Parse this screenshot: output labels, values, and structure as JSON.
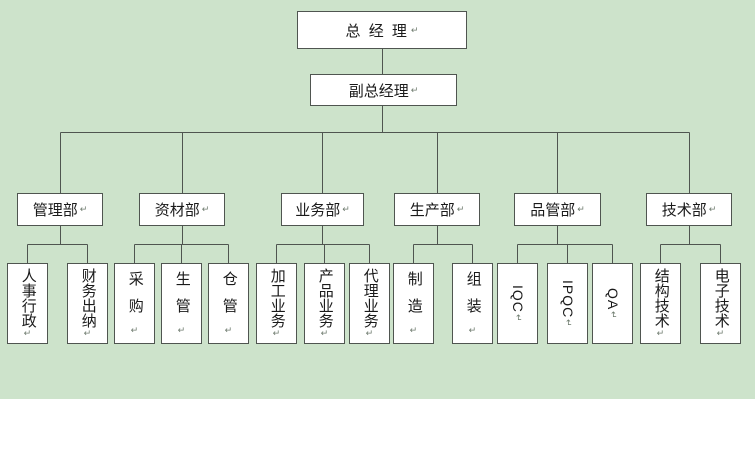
{
  "colors": {
    "background_green": "#cde3cb",
    "box_fill": "#ffffff",
    "box_border": "#4f5550",
    "connector_line": "#4f5550",
    "text": "#1a1a1a"
  },
  "return_mark": "↵",
  "org": {
    "root": "总 经 理",
    "deputy": "副总经理",
    "departments": [
      {
        "name": "管理部",
        "units": [
          "人事行政",
          "财务出纳"
        ]
      },
      {
        "name": "资材部",
        "units": [
          "采购",
          "生管",
          "仓管"
        ]
      },
      {
        "name": "业务部",
        "units": [
          "加工业务",
          "产品业务",
          "代理业务"
        ]
      },
      {
        "name": "生产部",
        "units": [
          "制造",
          "组装"
        ]
      },
      {
        "name": "品管部",
        "units": [
          "IQC",
          "IPQC",
          "QA"
        ]
      },
      {
        "name": "技术部",
        "units": [
          "结构技术",
          "电子技术"
        ]
      }
    ]
  }
}
